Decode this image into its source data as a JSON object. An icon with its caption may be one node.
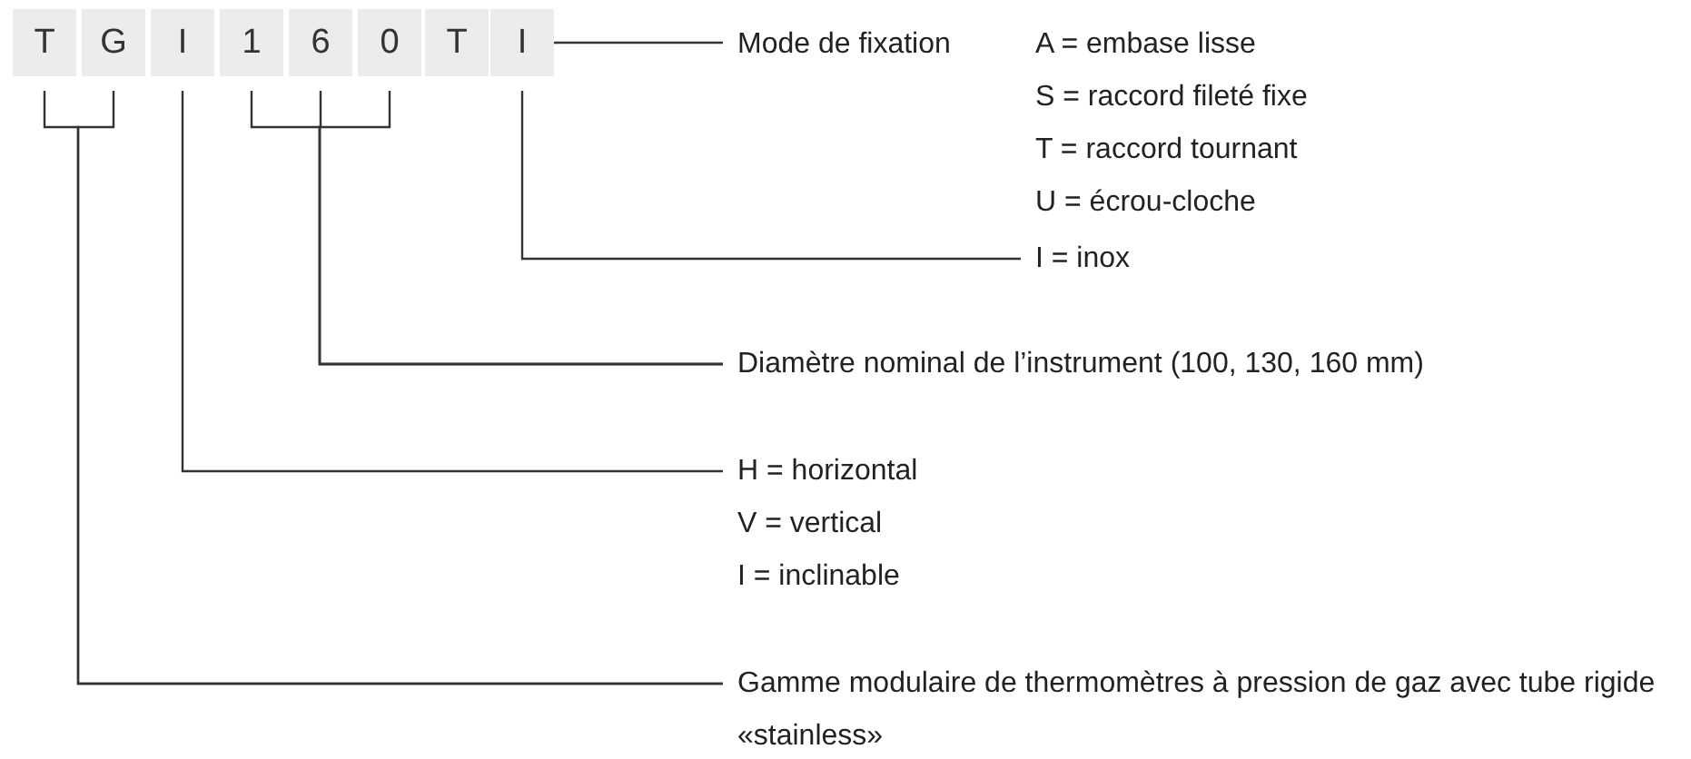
{
  "diagram": {
    "nodes": [
      {
        "text": [
          "T"
        ]
      },
      {
        "text": [
          "G"
        ]
      },
      {
        "text": [
          "I"
        ]
      },
      {
        "text": [
          "1"
        ]
      },
      {
        "text": [
          "6"
        ]
      },
      {
        "text": [
          "0"
        ]
      },
      {
        "text": [
          "T"
        ]
      },
      {
        "text": [
          "I"
        ]
      },
      {
        "text": [
          "Mode de fixation",
          "A = embase lisse",
          "S = raccord fileté fixe",
          "T = raccord tournant",
          "U = écrou-cloche"
        ]
      },
      {
        "text": [
          "I = inox"
        ]
      },
      {
        "text": [
          "Diamètre nominal de l’instrument (100, 130, 160 mm)"
        ]
      },
      {
        "text": [
          "H = horizontal",
          "V = vertical",
          "I = inclinable"
        ]
      },
      {
        "text": [
          "Gamme modulaire de thermomètres à pression de gaz avec tube rigide «stainless»"
        ]
      }
    ],
    "edges": [
      {
        "from": 6,
        "to": 8,
        "arrow": "none"
      },
      {
        "from": 7,
        "to": 9,
        "arrow": "none"
      },
      {
        "from": 3,
        "to": 10,
        "arrow": "none"
      },
      {
        "from": 4,
        "to": 10,
        "arrow": "none"
      },
      {
        "from": 5,
        "to": 10,
        "arrow": "none"
      },
      {
        "from": 2,
        "to": 11,
        "arrow": "none"
      },
      {
        "from": 0,
        "to": 12,
        "arrow": "none"
      },
      {
        "from": 1,
        "to": 12,
        "arrow": "none"
      }
    ]
  }
}
